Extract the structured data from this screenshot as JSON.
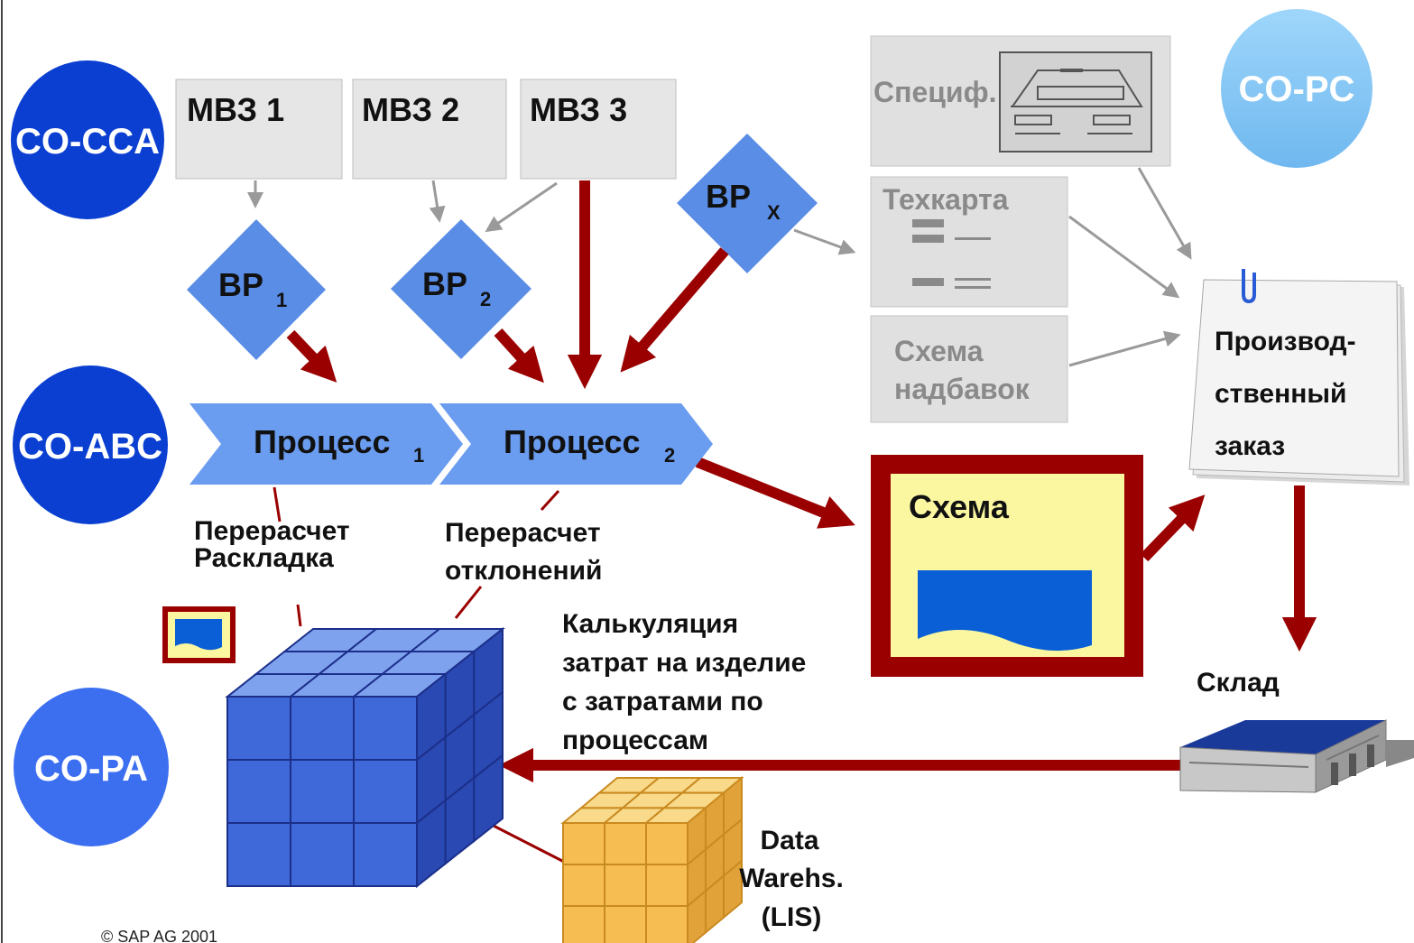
{
  "modules": {
    "cca": "CO-CCA",
    "abc": "CO-ABC",
    "pa": "CO-PA",
    "pc": "CO-PC"
  },
  "cost_centers": [
    "МВЗ 1",
    "МВЗ 2",
    "МВЗ 3"
  ],
  "activities": {
    "bp": "BP",
    "sub1": "1",
    "sub2": "2",
    "subx": "X"
  },
  "processes": {
    "name": "Процесс",
    "sub1": "1",
    "sub2": "2"
  },
  "recalc": {
    "left_line1": "Перерасчет",
    "left_line2": "Раскладка",
    "right_line1": "Перерасчет",
    "right_line2": "отклонений"
  },
  "docs": {
    "spec": "Специф.",
    "routing": "Техкарта",
    "overhead_line1": "Схема",
    "overhead_line2": "надбавок"
  },
  "order": {
    "line1": "Производ-",
    "line2": "ственный",
    "line3": "заказ"
  },
  "scheme": "Схема",
  "costing": {
    "line1": "Калькуляция",
    "line2": "затрат на изделие",
    "line3": "с затратами по",
    "line4": "процессам"
  },
  "warehouse": "Склад",
  "data_warehouse": {
    "line1": "Data",
    "line2": "Warehs.",
    "line3": "(LIS)"
  },
  "copyright": "© SAP AG 2001",
  "colors": {
    "dark_red": "#9a0000",
    "module_dark": "#0a3fd1",
    "module_mid": "#3c6ef0",
    "module_light": "#7cc3f5",
    "diamond": "#5a8de6",
    "process": "#6a9cef",
    "box_grey": "#e4e4e4",
    "scheme_yellow": "#fbf7a0",
    "cube_blue": "#3a63d6",
    "cube_yellow": "#f7c35a"
  }
}
